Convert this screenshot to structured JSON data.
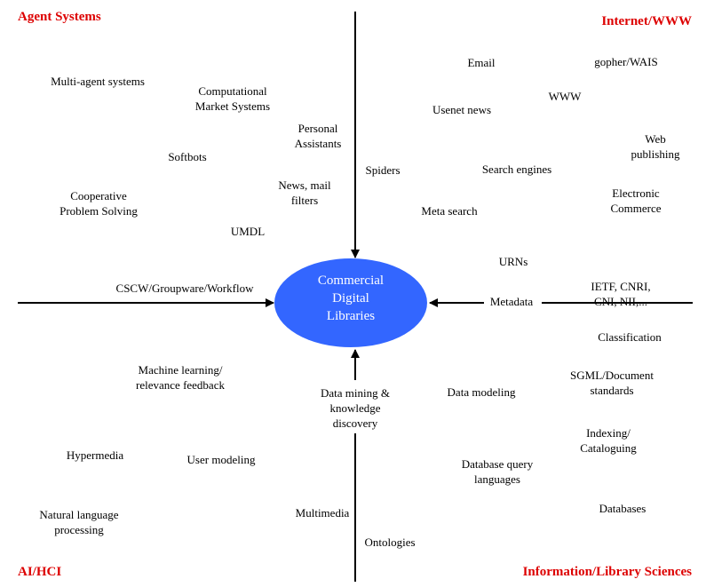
{
  "quadrants": {
    "top_left": "Agent Systems",
    "top_right": "Internet/WWW",
    "bottom_left": "AI/HCI",
    "bottom_right": "Information/Library Sciences"
  },
  "center": "Commercial\nDigital\nLibraries",
  "labels": {
    "multi_agent_systems": "Multi-agent systems",
    "computational_market_systems": "Computational\nMarket Systems",
    "personal_assistants": "Personal\nAssistants",
    "softbots": "Softbots",
    "news_mail_filters": "News, mail\nfilters",
    "cooperative_problem_solving": "Cooperative\nProblem Solving",
    "umdl": "UMDL",
    "cscw": "CSCW/Groupware/Workflow",
    "email": "Email",
    "gopher_wais": "gopher/WAIS",
    "www": "WWW",
    "usenet_news": "Usenet news",
    "web_publishing": "Web publishing",
    "spiders": "Spiders",
    "search_engines": "Search engines",
    "electronic_commerce": "Electronic\nCommerce",
    "meta_search": "Meta search",
    "urns": "URNs",
    "ietf": "IETF, CNRI, CNI, NII,...",
    "metadata": "Metadata",
    "classification": "Classification",
    "machine_learning": "Machine learning/\nrelevance feedback",
    "sgml": "SGML/Document\nstandards",
    "data_mining": "Data mining &\nknowledge\ndiscovery",
    "data_modeling": "Data modeling",
    "indexing": "Indexing/\nCataloguing",
    "hypermedia": "Hypermedia",
    "user_modeling": "User modeling",
    "database_query": "Database query\nlanguages",
    "natural_language": "Natural language\nprocessing",
    "multimedia": "Multimedia",
    "databases": "Databases",
    "ontologies": "Ontologies"
  },
  "colors": {
    "quadrant_title": "#dd0000",
    "center_fill": "#3366ff",
    "center_text": "#ffffff",
    "lines": "#000000"
  }
}
